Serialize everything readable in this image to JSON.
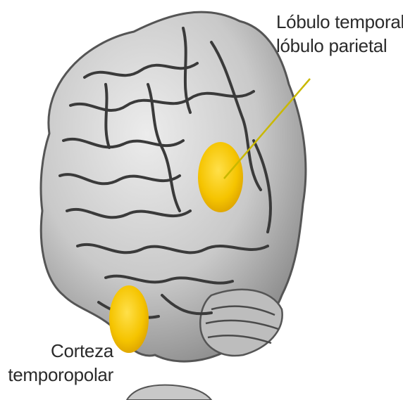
{
  "labels": {
    "temporal_parietal": {
      "line1": "Lóbulo temporal/",
      "line2": "lóbulo parietal"
    },
    "temporopolar": {
      "line1": "Corteza",
      "line2": "temporopolar"
    }
  },
  "colors": {
    "highlight": "#f5c400",
    "highlight_core": "#ffe04a",
    "brain_fill": "#cfcfcf",
    "sulci": "#3a3a3a",
    "leader_line": "#c9b800"
  }
}
